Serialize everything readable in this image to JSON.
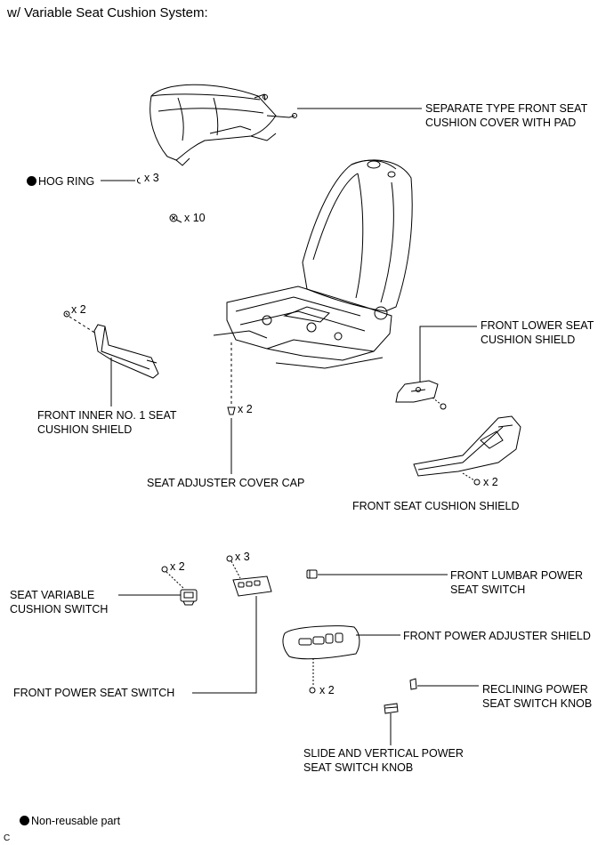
{
  "title": "w/ Variable Seat Cushion System:",
  "labels": {
    "cushion_cover_1": "SEPARATE TYPE FRONT SEAT",
    "cushion_cover_2": "CUSHION COVER WITH PAD",
    "hog_ring": "HOG RING",
    "lower_shield_1": "FRONT LOWER SEAT",
    "lower_shield_2": "CUSHION SHIELD",
    "inner_shield_1": "FRONT INNER NO. 1 SEAT",
    "inner_shield_2": "CUSHION SHIELD",
    "adjuster_cap": "SEAT ADJUSTER COVER CAP",
    "cushion_shield": "FRONT SEAT CUSHION SHIELD",
    "lumbar_switch_1": "FRONT LUMBAR POWER",
    "lumbar_switch_2": "SEAT SWITCH",
    "variable_switch_1": "SEAT VARIABLE",
    "variable_switch_2": "CUSHION SWITCH",
    "adjuster_shield": "FRONT POWER ADJUSTER SHIELD",
    "power_switch": "FRONT POWER SEAT SWITCH",
    "reclining_knob_1": "RECLINING POWER",
    "reclining_knob_2": "SEAT SWITCH KNOB",
    "slide_knob_1": "SLIDE AND VERTICAL POWER",
    "slide_knob_2": "SEAT SWITCH KNOB"
  },
  "quantities": {
    "hog_ring": "x 3",
    "screw_seat": "x 10",
    "inner_shield_screw": "x 2",
    "cap": "x 2",
    "cushion_shield_screw": "x 2",
    "variable_switch_screw": "x 2",
    "power_switch_screw": "x 3",
    "adjuster_shield_screw": "x 2"
  },
  "footer": {
    "legend": "Non-reusable part",
    "code": "C"
  }
}
